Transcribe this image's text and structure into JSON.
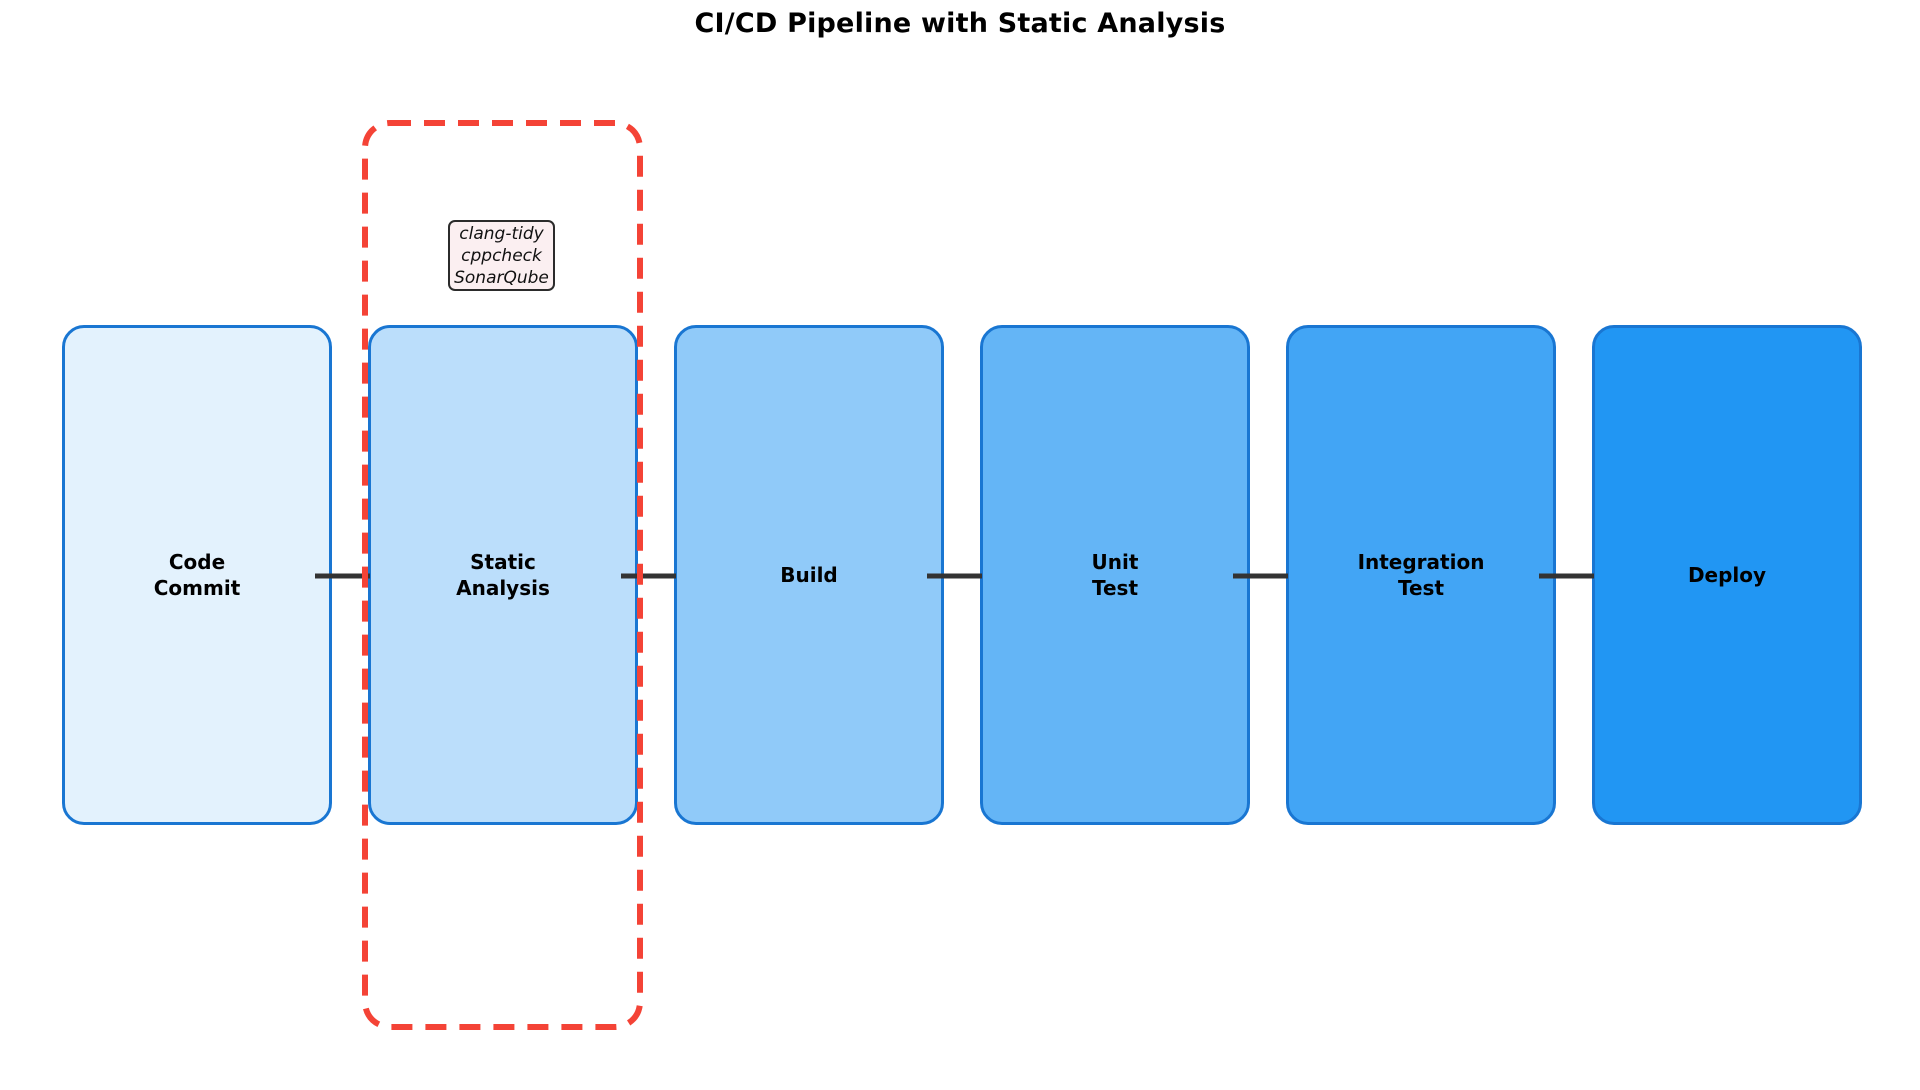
{
  "title": "CI/CD Pipeline with Static Analysis",
  "diagram": {
    "type": "pipeline-flow",
    "stages": [
      {
        "id": "code-commit",
        "label": "Code\nCommit",
        "fill": "#e3f2fd"
      },
      {
        "id": "static-analysis",
        "label": "Static\nAnalysis",
        "fill": "#bbdefb"
      },
      {
        "id": "build",
        "label": "Build",
        "fill": "#90caf9"
      },
      {
        "id": "unit-test",
        "label": "Unit\nTest",
        "fill": "#64b5f6"
      },
      {
        "id": "integration-test",
        "label": "Integration\nTest",
        "fill": "#42a5f5"
      },
      {
        "id": "deploy",
        "label": "Deploy",
        "fill": "#2196f3"
      }
    ]
  },
  "highlight": {
    "target_stage": "Static Analysis",
    "style": "dashed-rounded-rectangle"
  },
  "annotation": {
    "tools": [
      "clang-tidy",
      "cppcheck",
      "SonarQube"
    ]
  },
  "colors": {
    "stage_border": "#1976d2",
    "label_color": "#000000",
    "title_color": "#000000",
    "connector": "#333333",
    "highlight_red": "#f44336",
    "annotation_bg": "#fbeff1",
    "annotation_border": "#2b2b2b"
  }
}
